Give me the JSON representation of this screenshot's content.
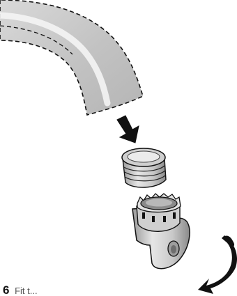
{
  "figure": {
    "parts": [
      "faucet-spout",
      "aerator-insert",
      "filter-adapter"
    ],
    "arrows": [
      "down-arrow",
      "rotate-arrow"
    ],
    "colors": {
      "line": "#111111",
      "spout_fill": "#c9c9c9",
      "spout_highlight": "#f2f2f2",
      "metal_fill": "#d6d6d6",
      "metal_dark": "#8f8f8f",
      "arrow_fill": "#111111"
    }
  },
  "caption": {
    "step_number": "6",
    "text": "Fit t..."
  }
}
